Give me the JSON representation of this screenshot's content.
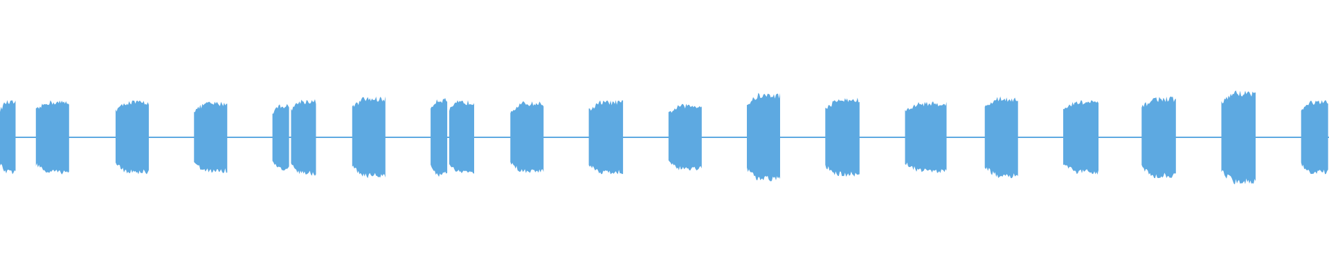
{
  "waveform": {
    "color": "#5DA9E1",
    "background": "#FFFFFF",
    "time_range": [
      0,
      1
    ],
    "baseline_amplitude": 0.02,
    "bursts": [
      {
        "start": 0.0,
        "end": 0.012,
        "amplitude": 0.3
      },
      {
        "start": 0.027,
        "end": 0.052,
        "amplitude": 0.3
      },
      {
        "start": 0.087,
        "end": 0.112,
        "amplitude": 0.3
      },
      {
        "start": 0.146,
        "end": 0.171,
        "amplitude": 0.29
      },
      {
        "start": 0.205,
        "end": 0.218,
        "amplitude": 0.27
      },
      {
        "start": 0.219,
        "end": 0.238,
        "amplitude": 0.31
      },
      {
        "start": 0.265,
        "end": 0.29,
        "amplitude": 0.33
      },
      {
        "start": 0.324,
        "end": 0.337,
        "amplitude": 0.32
      },
      {
        "start": 0.338,
        "end": 0.357,
        "amplitude": 0.3
      },
      {
        "start": 0.384,
        "end": 0.409,
        "amplitude": 0.29
      },
      {
        "start": 0.443,
        "end": 0.469,
        "amplitude": 0.3
      },
      {
        "start": 0.503,
        "end": 0.528,
        "amplitude": 0.27
      },
      {
        "start": 0.562,
        "end": 0.587,
        "amplitude": 0.36
      },
      {
        "start": 0.621,
        "end": 0.647,
        "amplitude": 0.32
      },
      {
        "start": 0.681,
        "end": 0.713,
        "amplitude": 0.29
      },
      {
        "start": 0.741,
        "end": 0.766,
        "amplitude": 0.33
      },
      {
        "start": 0.8,
        "end": 0.827,
        "amplitude": 0.3
      },
      {
        "start": 0.859,
        "end": 0.885,
        "amplitude": 0.33
      },
      {
        "start": 0.919,
        "end": 0.945,
        "amplitude": 0.38
      },
      {
        "start": 0.979,
        "end": 1.0,
        "amplitude": 0.3
      }
    ]
  }
}
